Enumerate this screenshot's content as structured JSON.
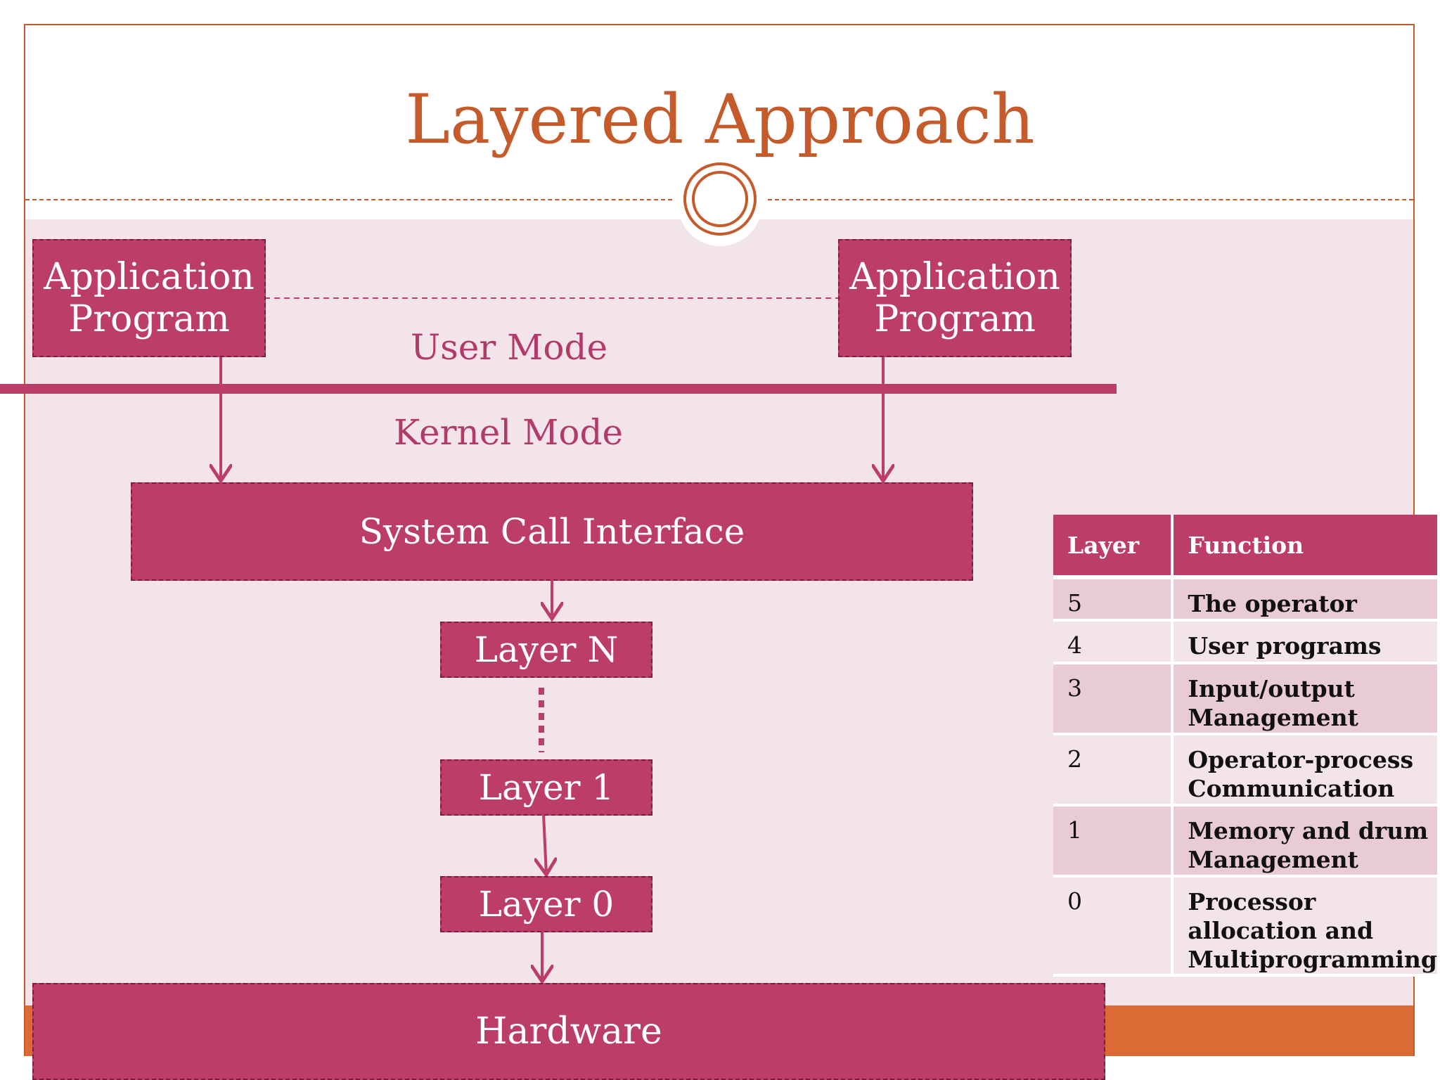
{
  "slide": {
    "title": "Layered Approach"
  },
  "diagram": {
    "app_left": "Application Program",
    "app_right": "Application Program",
    "user_mode": "User Mode",
    "kernel_mode": "Kernel Mode",
    "system_call": "System Call Interface",
    "layer_n": "Layer N",
    "layer_1": "Layer 1",
    "layer_0": "Layer 0",
    "hardware": "Hardware"
  },
  "colors": {
    "accent_orange": "#c55a2b",
    "magenta": "#bc3d68",
    "pink_bg": "#f3e3ea",
    "footer_orange": "#dc6a34"
  },
  "table": {
    "headers": [
      "Layer",
      "Function"
    ],
    "rows": [
      {
        "layer": "5",
        "function": "The operator"
      },
      {
        "layer": "4",
        "function": "User programs"
      },
      {
        "layer": "3",
        "function": "Input/output Management"
      },
      {
        "layer": "2",
        "function": "Operator-process Communication"
      },
      {
        "layer": "1",
        "function": "Memory and drum Management"
      },
      {
        "layer": "0",
        "function": "Processor allocation and Multiprogramming"
      }
    ]
  }
}
